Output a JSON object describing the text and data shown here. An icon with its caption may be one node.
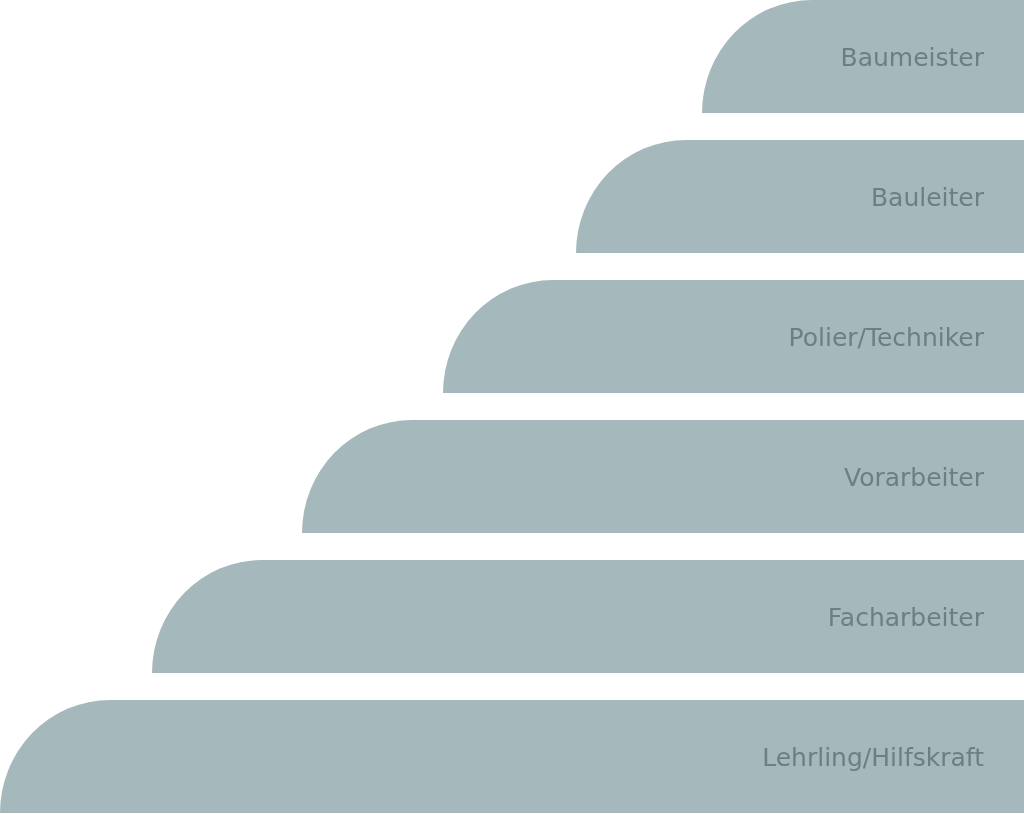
{
  "diagram": {
    "nodes": [
      {
        "text": [
          "Baumeister"
        ]
      },
      {
        "text": [
          "Bauleiter"
        ]
      },
      {
        "text": [
          "Polier/Techniker"
        ]
      },
      {
        "text": [
          "Vorarbeiter"
        ]
      },
      {
        "text": [
          "Facharbeiter"
        ]
      },
      {
        "text": [
          "Lehrling/Hilfskraft"
        ]
      }
    ]
  }
}
